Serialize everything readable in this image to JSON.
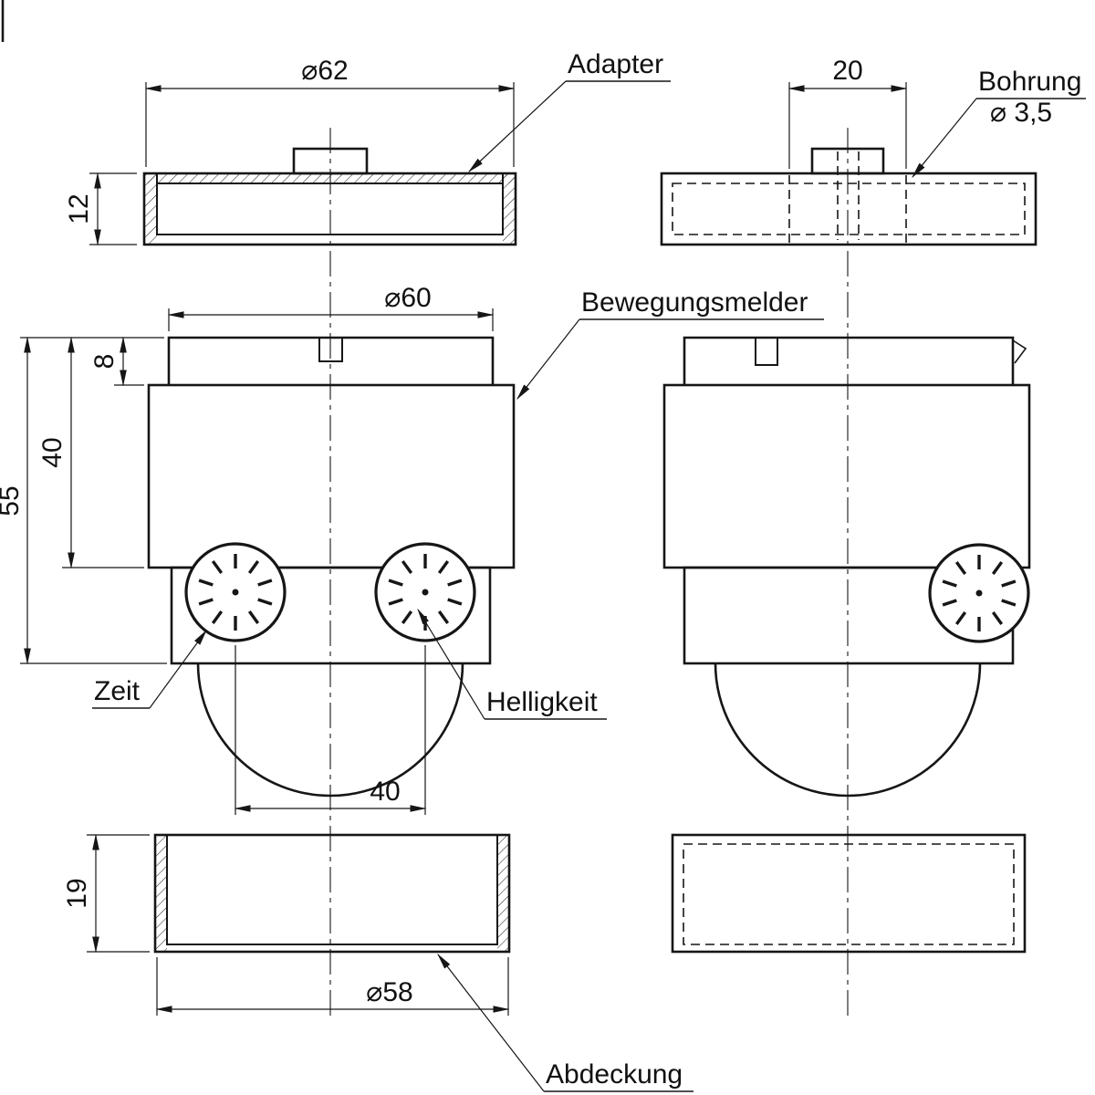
{
  "drawing": {
    "part_labels": {
      "adapter": "Adapter",
      "bewegungsmelder": "Bewegungsmelder",
      "zeit": "Zeit",
      "helligkeit": "Helligkeit",
      "abdeckung": "Abdeckung",
      "bohrung": "Bohrung",
      "bohrung_diameter": "⌀ 3,5"
    },
    "dimensions": {
      "adapter_diameter": "⌀62",
      "adapter_height": "12",
      "body_diameter": "⌀60",
      "collar_height": "8",
      "body_height": "40",
      "total_height": "55",
      "sensor_spacing": "40",
      "cover_height": "19",
      "cover_diameter": "⌀58",
      "cutout_width": "20"
    },
    "colors": {
      "line": "#161616",
      "background": "#ffffff"
    }
  }
}
